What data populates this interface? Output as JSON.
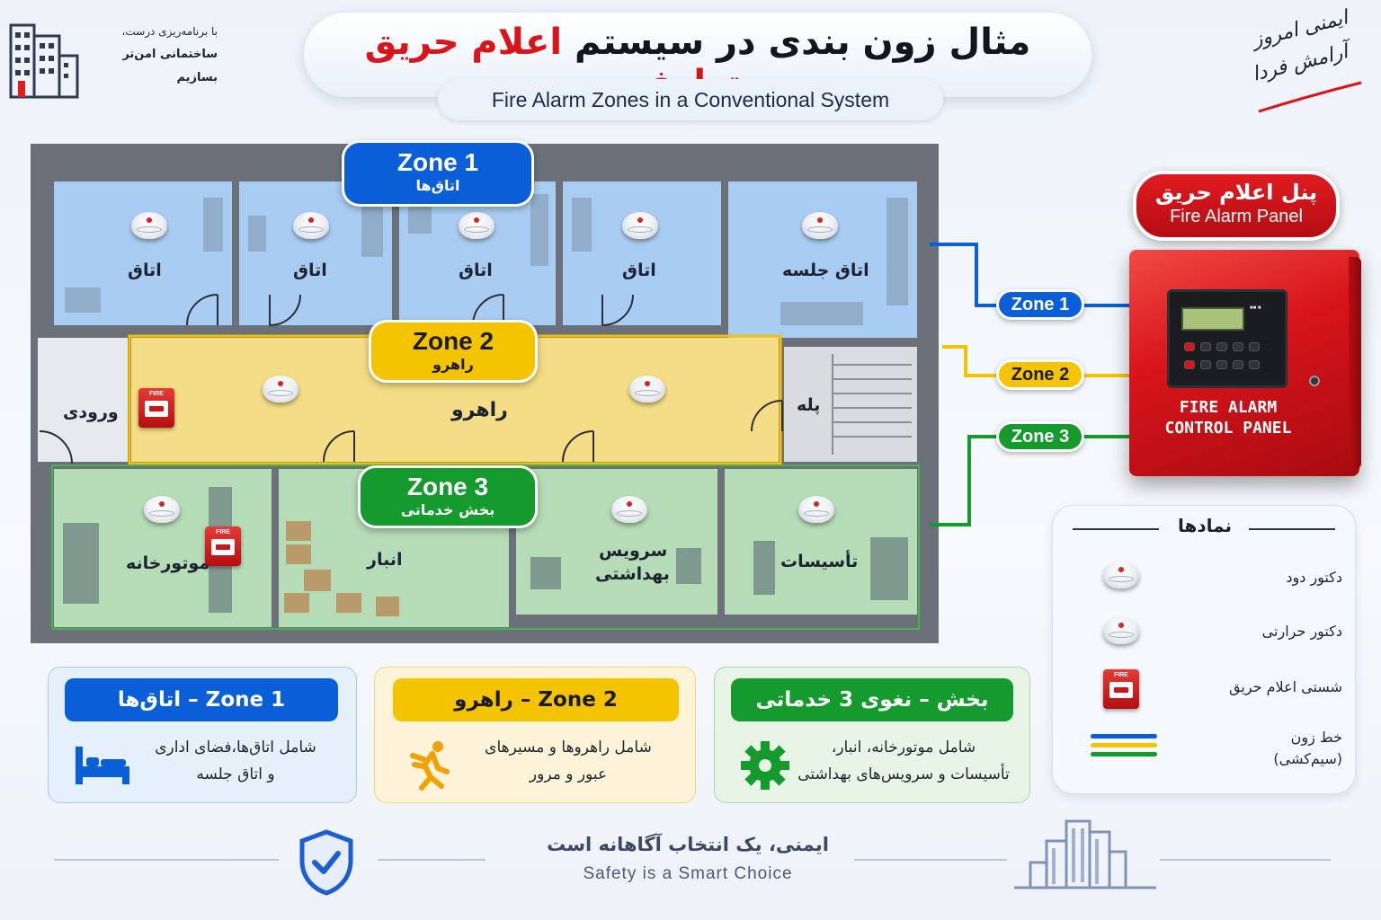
{
  "brand": {
    "line1": "با برنامه‌ریزی درست،",
    "line2": "ساختمانی امن‌تر",
    "line3": "بسازیم",
    "logo_icon": "building-icon"
  },
  "header": {
    "title_part1": "مثال زون بندی در سیستم",
    "title_accent": "اعلام حریق متعارف",
    "subtitle": "Fire Alarm Zones in a Conventional System",
    "accent_color": "#d9151b"
  },
  "motto": {
    "line1": "ایمنی امروز",
    "line2": "آرامش فردا"
  },
  "floorplan": {
    "zone_tags": {
      "zone1": {
        "en": "Zone 1",
        "fa": "اتاق‌ها",
        "color": "#0a5fd8"
      },
      "zone2": {
        "en": "Zone 2",
        "fa": "راهرو",
        "color": "#f5c400"
      },
      "zone3": {
        "en": "Zone 3",
        "fa": "بخش خدماتی",
        "color": "#159a2e"
      }
    },
    "rooms": {
      "room1": "اتاق",
      "room2": "اتاق",
      "room3": "اتاق",
      "room4": "اتاق",
      "meeting": "اتاق جلسه",
      "entrance": "ورودی",
      "corridor": "راهرو",
      "stairs": "پله",
      "boiler": "موتورخانه",
      "storage": "انبار",
      "wc_line1": "سرویس",
      "wc_line2": "بهداشتی",
      "utilities": "تأسیسات"
    },
    "mcp_label": "FIRE"
  },
  "wiring": {
    "zone1": "Zone 1",
    "zone2": "Zone 2",
    "zone3": "Zone 3"
  },
  "panel": {
    "title_fa": "پنل اعلام حریق",
    "title_en": "Fire Alarm Panel",
    "cabinet_line1": "FIRE ALARM",
    "cabinet_line2": "CONTROL PANEL"
  },
  "legend": {
    "title": "نمادها",
    "smoke": "دکتور دود",
    "heat": "دکتور حرارتی",
    "mcp": "شستی اعلام حریق",
    "zone_line_1": "خط زون",
    "zone_line_2": "(سیم‌کشی)"
  },
  "cards": {
    "zone1": {
      "title": "Zone 1 – اتاق‌ها",
      "desc1": "شامل اتاق‌ها،فضای اداری",
      "desc2": "و اتاق جلسه",
      "icon": "bed-icon"
    },
    "zone2": {
      "title": "Zone 2 – راهرو",
      "desc1": "شامل راهروها و مسیرهای",
      "desc2": "عبور و مرور",
      "icon": "running-person-icon"
    },
    "zone3": {
      "title": "بخش – ﻧﻐﻮﯼ 3 خدماتی",
      "desc1": "شامل موتورخانه، انبار،",
      "desc2": "تأسیسات و سرویس‌های بهداشتی",
      "icon": "gear-icon"
    }
  },
  "footer": {
    "fa": "ایمنی، یک انتخاب آگاهانه است",
    "en": "Safety is a Smart Choice",
    "shield_icon": "shield-check-icon",
    "city_icon": "city-skyline-icon"
  }
}
